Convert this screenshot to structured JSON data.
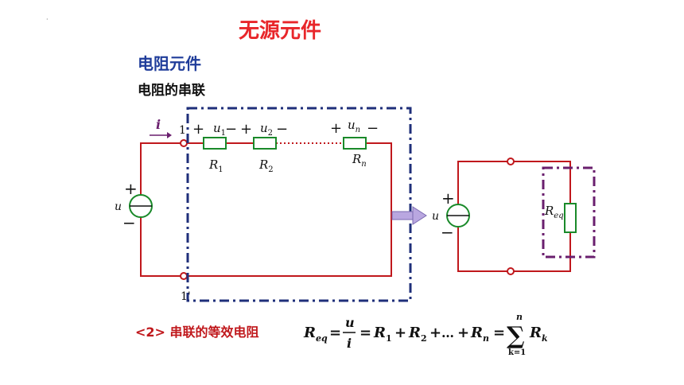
{
  "slide": {
    "title": "无源元件",
    "section_heading": "电阻元件",
    "subsection_heading": "电阻的串联",
    "formula_caption": "<2> 串联的等效电阻"
  },
  "circuit_left": {
    "current_label": "i",
    "node_top_label": "1",
    "node_bottom_label": "1'",
    "source_label": "u",
    "source_plus": "+",
    "source_minus": "−",
    "resistors": [
      {
        "name": "R",
        "sub": "1",
        "voltage": "u",
        "voltage_sub": "1"
      },
      {
        "name": "R",
        "sub": "2",
        "voltage": "u",
        "voltage_sub": "2"
      },
      {
        "name": "R",
        "sub": "n",
        "voltage": "u",
        "voltage_sub": "n"
      }
    ],
    "plus_sign": "+",
    "minus_sign": "−"
  },
  "circuit_right": {
    "source_label": "u",
    "source_plus": "+",
    "source_minus": "−",
    "resistor_name": "R",
    "resistor_sub": "eq"
  },
  "formula": {
    "lhs": "R",
    "lhs_sub": "eq",
    "frac_num": "u",
    "frac_den": "i",
    "sum_top": "n",
    "sum_bottom": "k=1",
    "sum_symbol": "∑",
    "sum_term": "R",
    "sum_term_sub": "k",
    "ellipsis": "…"
  },
  "colors": {
    "wire": "#c0181c",
    "resistor": "#1a8a2a",
    "frame_blue": "#1f2f7a",
    "frame_purple": "#6a1f6e",
    "arrow": "#b9a7e0",
    "title": "#e8262a",
    "heading": "#1f3c9a"
  }
}
